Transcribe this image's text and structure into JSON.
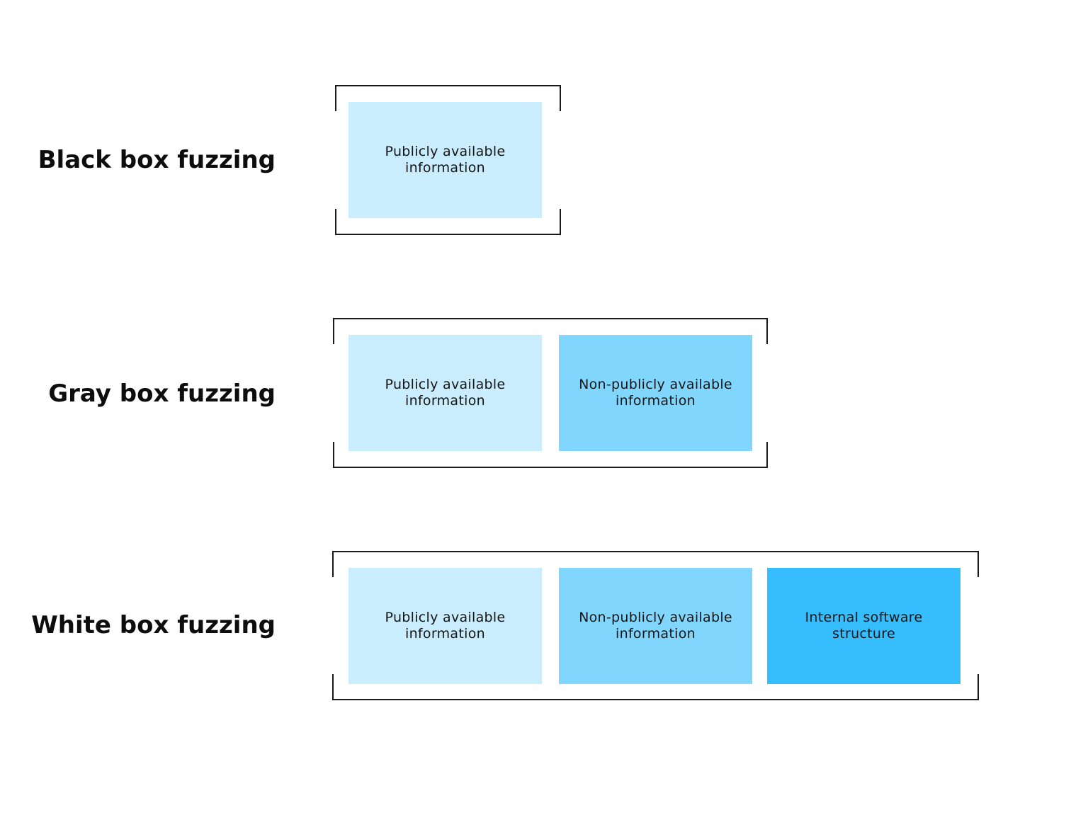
{
  "colors": {
    "public": "#c9edfd",
    "non_public": "#80d6fd",
    "internal": "#35bdfd",
    "bracket": "#1a1a1a"
  },
  "rows": [
    {
      "label": "Black box fuzzing",
      "boxes": [
        {
          "text": "Publicly available information",
          "kind": "public"
        }
      ]
    },
    {
      "label": "Gray box fuzzing",
      "boxes": [
        {
          "text": "Publicly available information",
          "kind": "public"
        },
        {
          "text": "Non-publicly available information",
          "kind": "non_public"
        }
      ]
    },
    {
      "label": "White box fuzzing",
      "boxes": [
        {
          "text": "Publicly available information",
          "kind": "public"
        },
        {
          "text": "Non-publicly available information",
          "kind": "non_public"
        },
        {
          "text": "Internal software structure",
          "kind": "internal"
        }
      ]
    }
  ]
}
